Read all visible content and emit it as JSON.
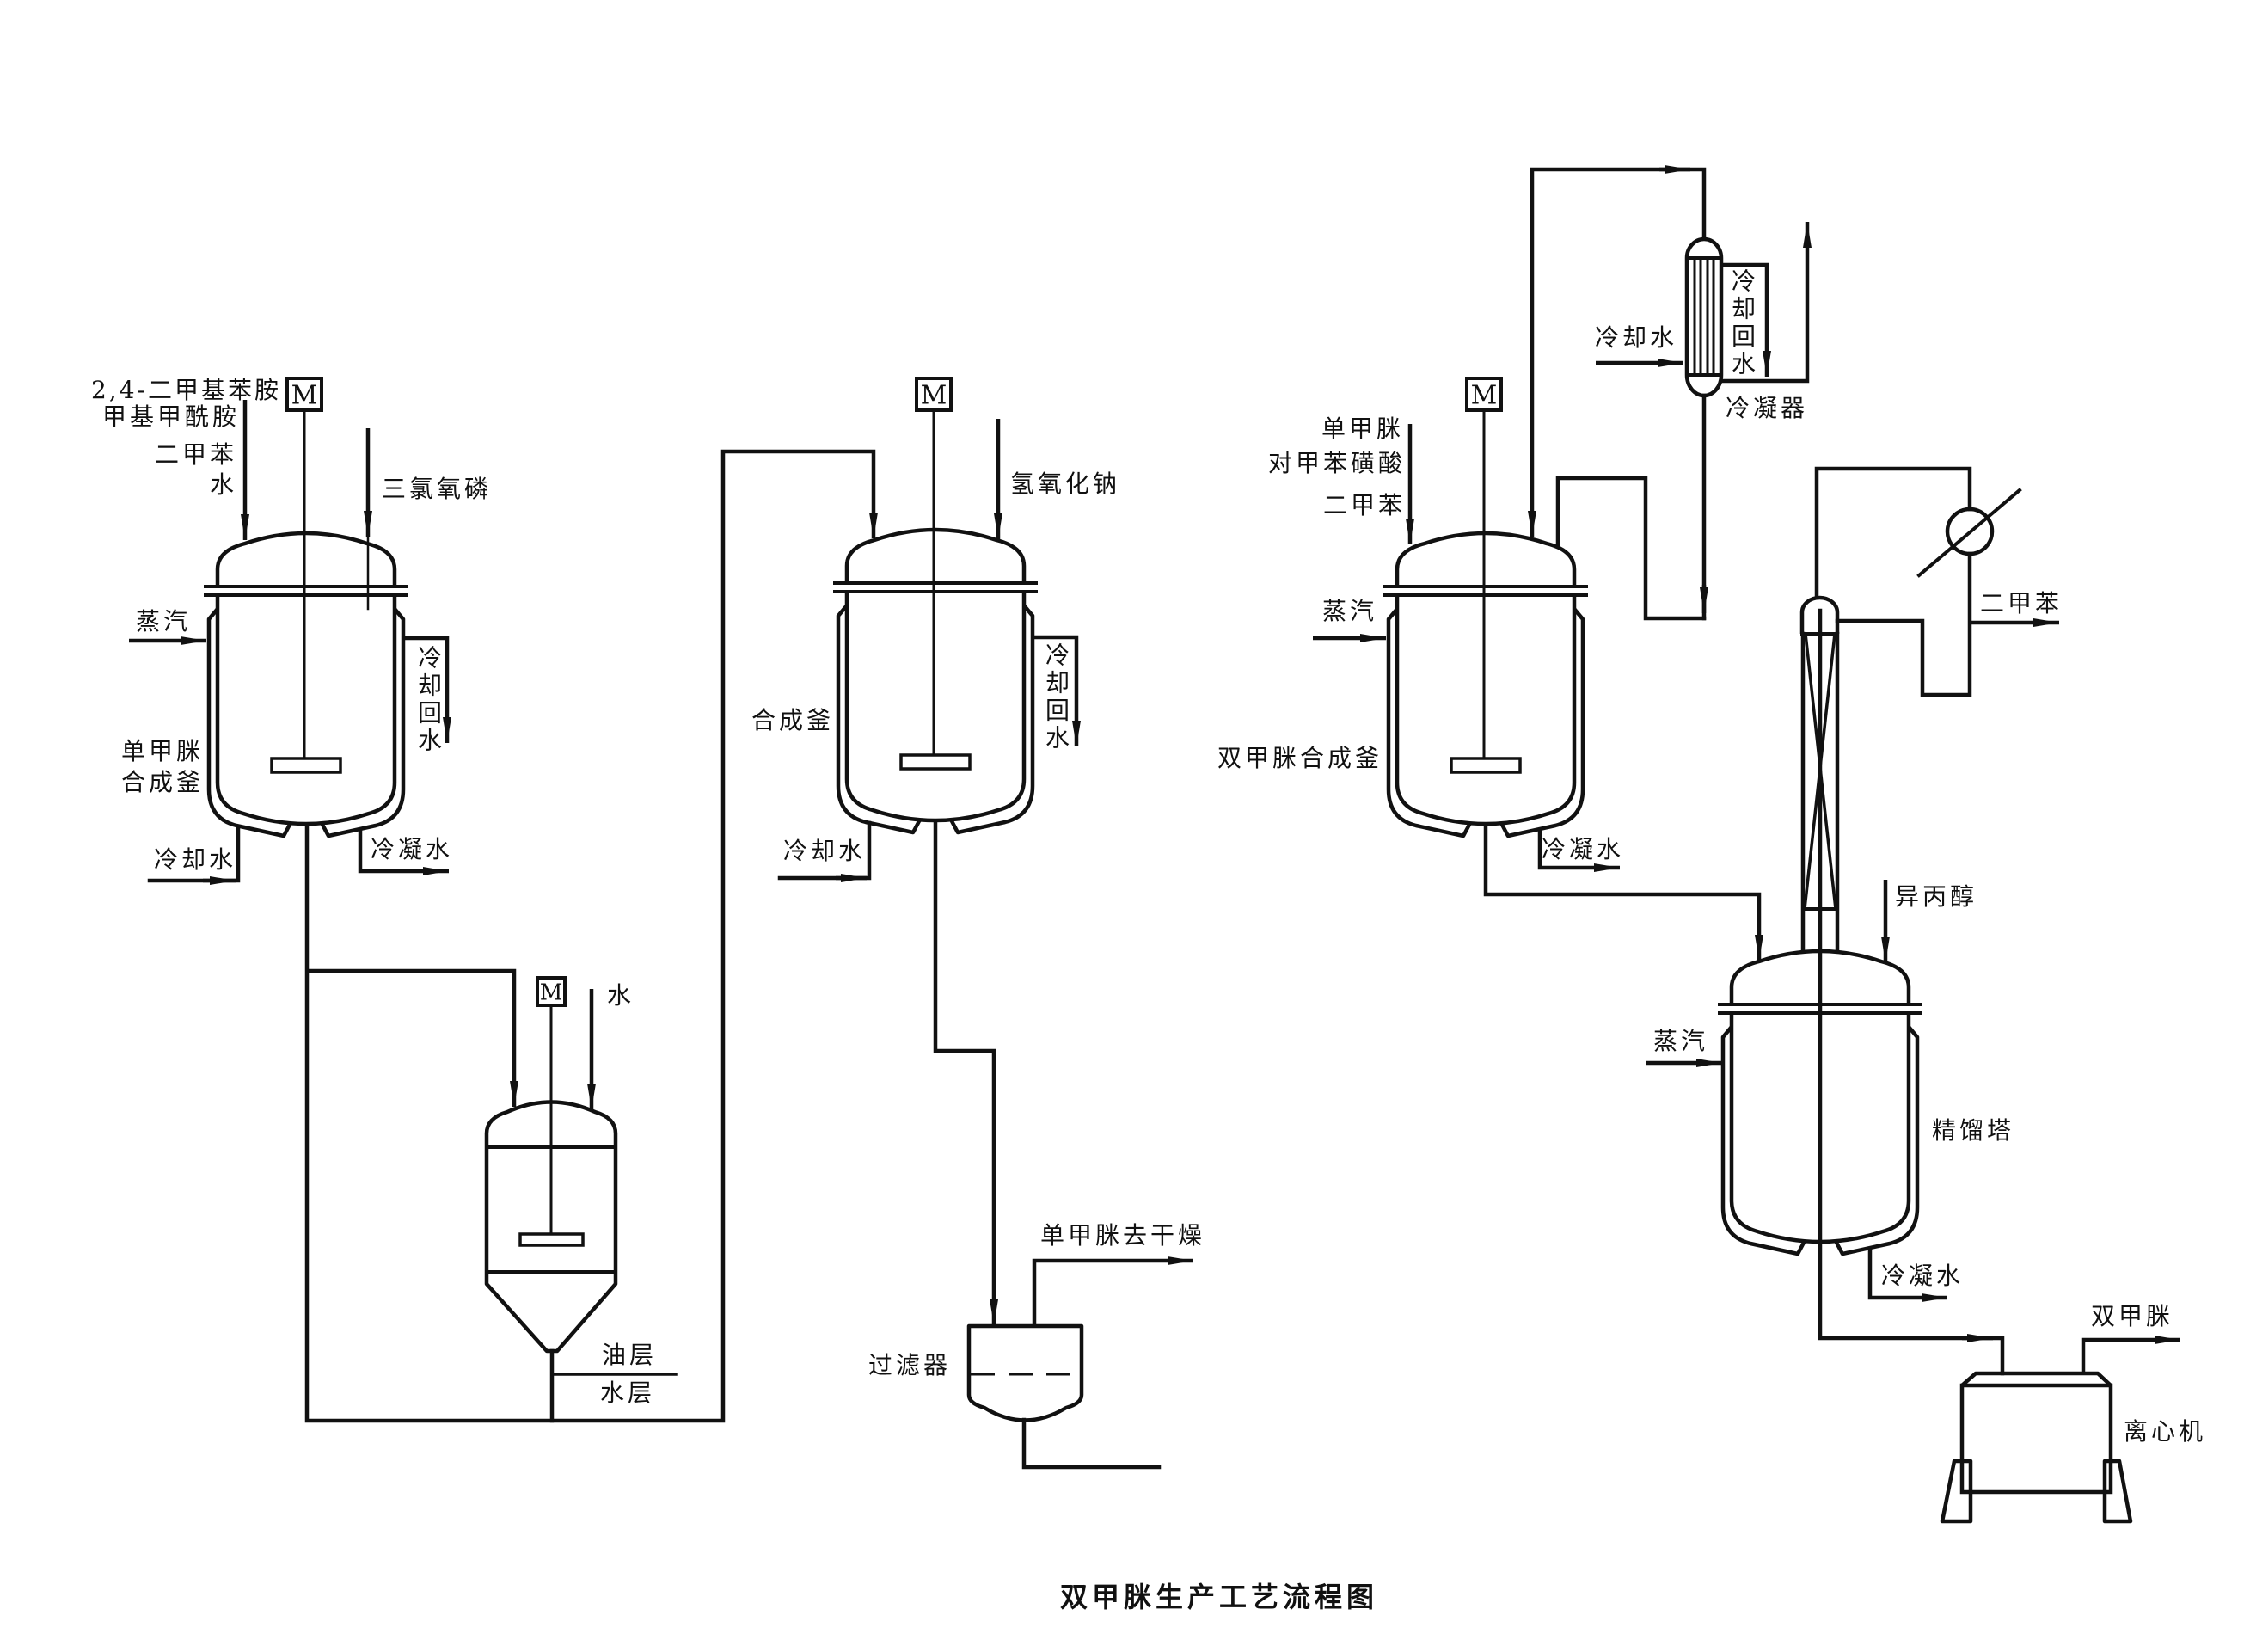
{
  "title": "双甲脒生产工艺流程图",
  "motor_label": "M",
  "mono_reactor": {
    "feeds": [
      "2,4-二甲基苯胺",
      "甲基甲酰胺",
      "二甲苯",
      "水"
    ],
    "reagent": "三氯氧磷",
    "steam": "蒸汽",
    "cooling_return": "冷却回水",
    "name": [
      "单甲脒",
      "合成釜"
    ],
    "cooling_water": "冷却水",
    "condensate": "冷凝水"
  },
  "separator": {
    "water_feed": "水",
    "oil_layer": "油层",
    "water_layer": "水层"
  },
  "synthesis_reactor": {
    "reagent": "氢氧化钠",
    "name": "合成釜",
    "cooling_return": "冷却回水",
    "cooling_water": "冷却水"
  },
  "filter": {
    "name": "过滤器",
    "product_outlet": "单甲脒去干燥"
  },
  "bis_reactor": {
    "feeds": [
      "单甲脒",
      "对甲苯磺酸",
      "二甲苯"
    ],
    "steam": "蒸汽",
    "name": "双甲脒合成釜",
    "condensate": "冷凝水"
  },
  "condenser": {
    "name": "冷凝器",
    "cooling_water": "冷却水",
    "cooling_return": "冷却回水"
  },
  "rectification": {
    "name": "精馏塔",
    "solvent_out": "二甲苯",
    "feed": "异丙醇",
    "steam": "蒸汽",
    "condensate": "冷凝水"
  },
  "centrifuge": {
    "name": "离心机",
    "product": "双甲脒"
  }
}
